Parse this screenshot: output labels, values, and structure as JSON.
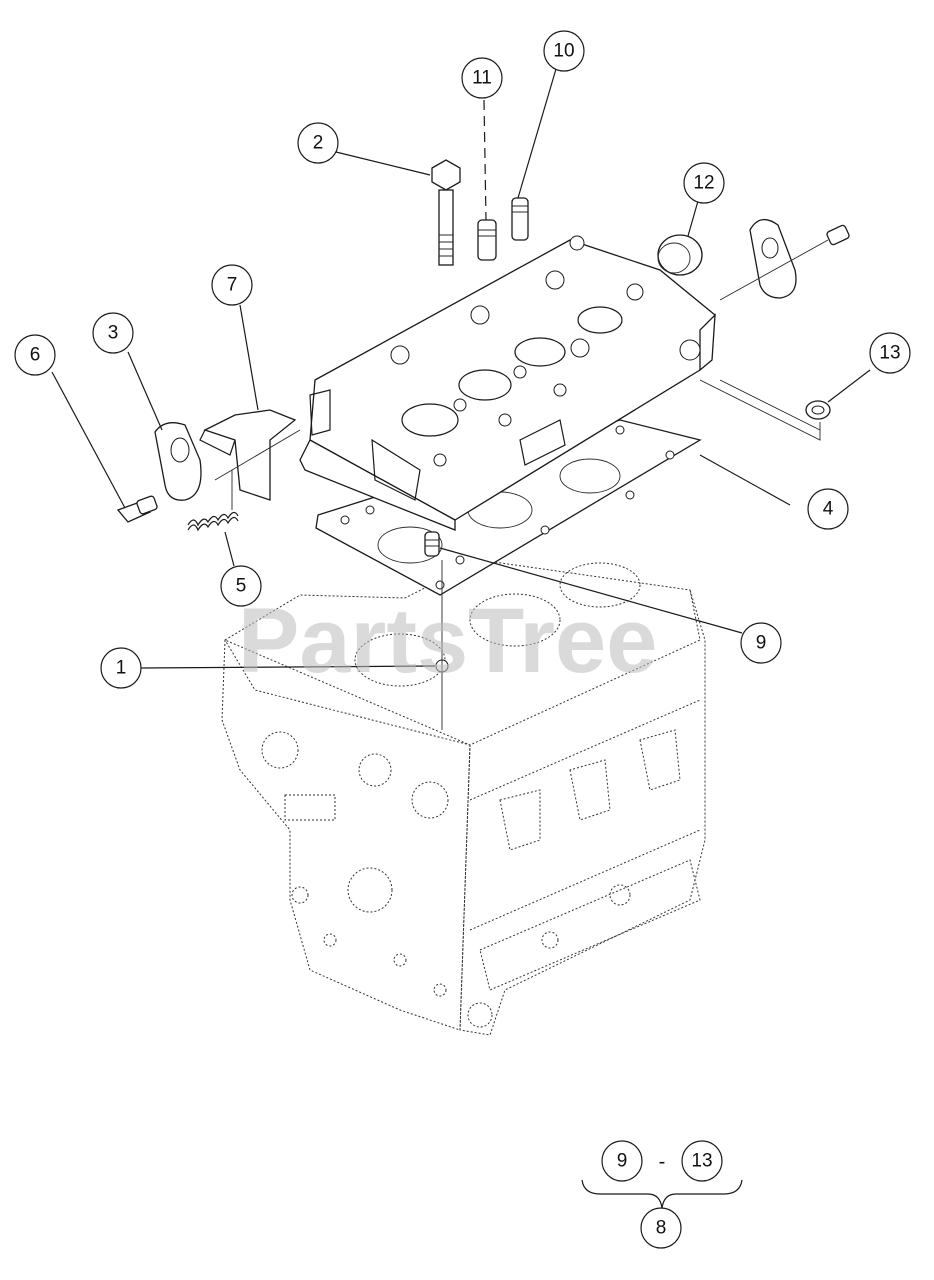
{
  "watermark": "PartsTree",
  "callouts": [
    {
      "id": "1",
      "label": "1"
    },
    {
      "id": "2",
      "label": "2"
    },
    {
      "id": "3",
      "label": "3"
    },
    {
      "id": "4",
      "label": "4"
    },
    {
      "id": "5",
      "label": "5"
    },
    {
      "id": "6",
      "label": "6"
    },
    {
      "id": "7",
      "label": "7"
    },
    {
      "id": "8",
      "label": "8"
    },
    {
      "id": "9",
      "label": "9"
    },
    {
      "id": "10",
      "label": "10"
    },
    {
      "id": "11",
      "label": "11"
    },
    {
      "id": "12",
      "label": "12"
    },
    {
      "id": "13",
      "label": "13"
    }
  ],
  "kit": {
    "from_label": "9",
    "separator": "-",
    "to_label": "13",
    "kit_label": "8"
  }
}
